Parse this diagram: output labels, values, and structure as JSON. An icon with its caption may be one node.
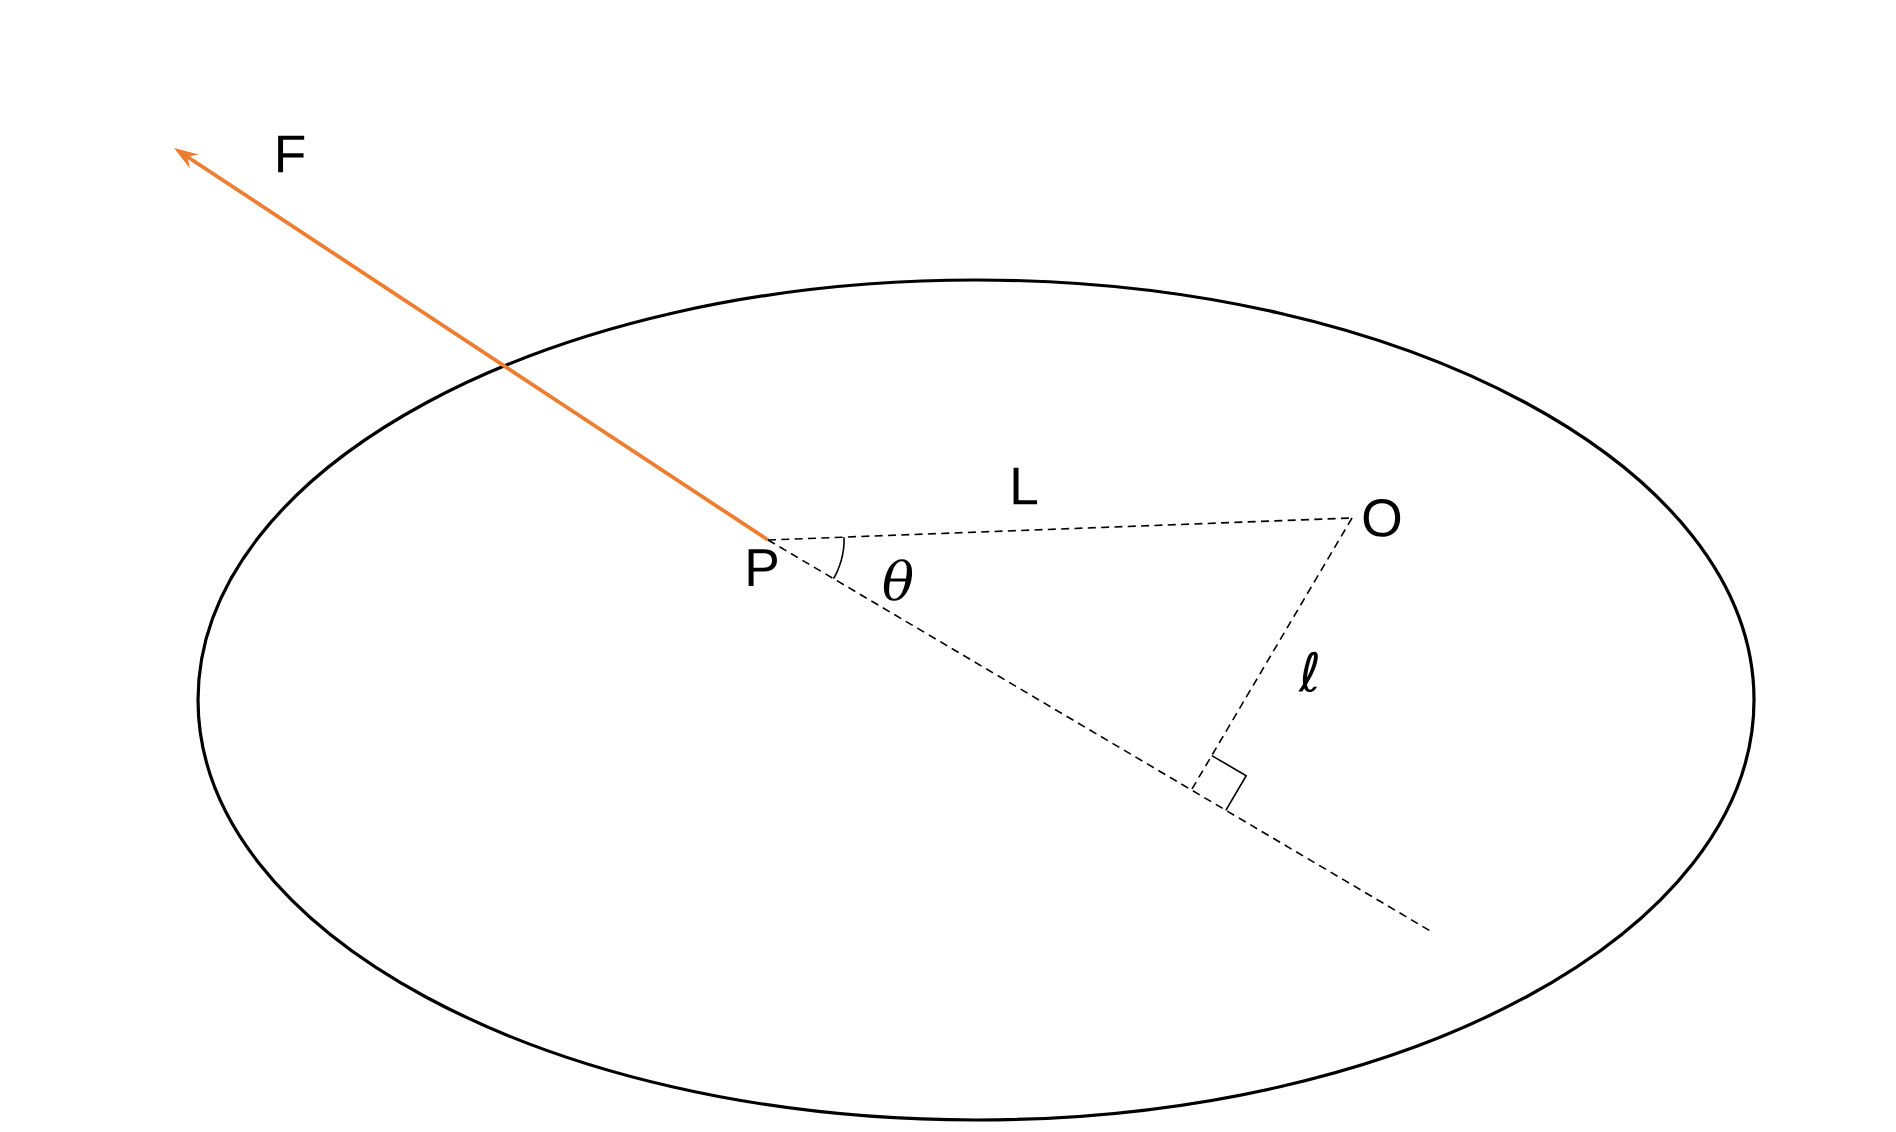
{
  "diagram": {
    "nodes": [
      {
        "text": [
          "P"
        ]
      },
      {
        "text": [
          "O"
        ]
      }
    ],
    "edges": [
      {
        "from": 0,
        "to": 1,
        "arrow": "none",
        "style": "dashed",
        "label": "L"
      },
      {
        "from": 0,
        "to": null,
        "arrow": "to",
        "color": "#ed7d31",
        "label": "F"
      },
      {
        "from": 0,
        "to": null,
        "arrow": "none",
        "style": "dashed"
      },
      {
        "from": 1,
        "to": null,
        "arrow": "none",
        "style": "dashed",
        "label": "ℓ"
      }
    ],
    "labels": [
      "θ"
    ]
  }
}
